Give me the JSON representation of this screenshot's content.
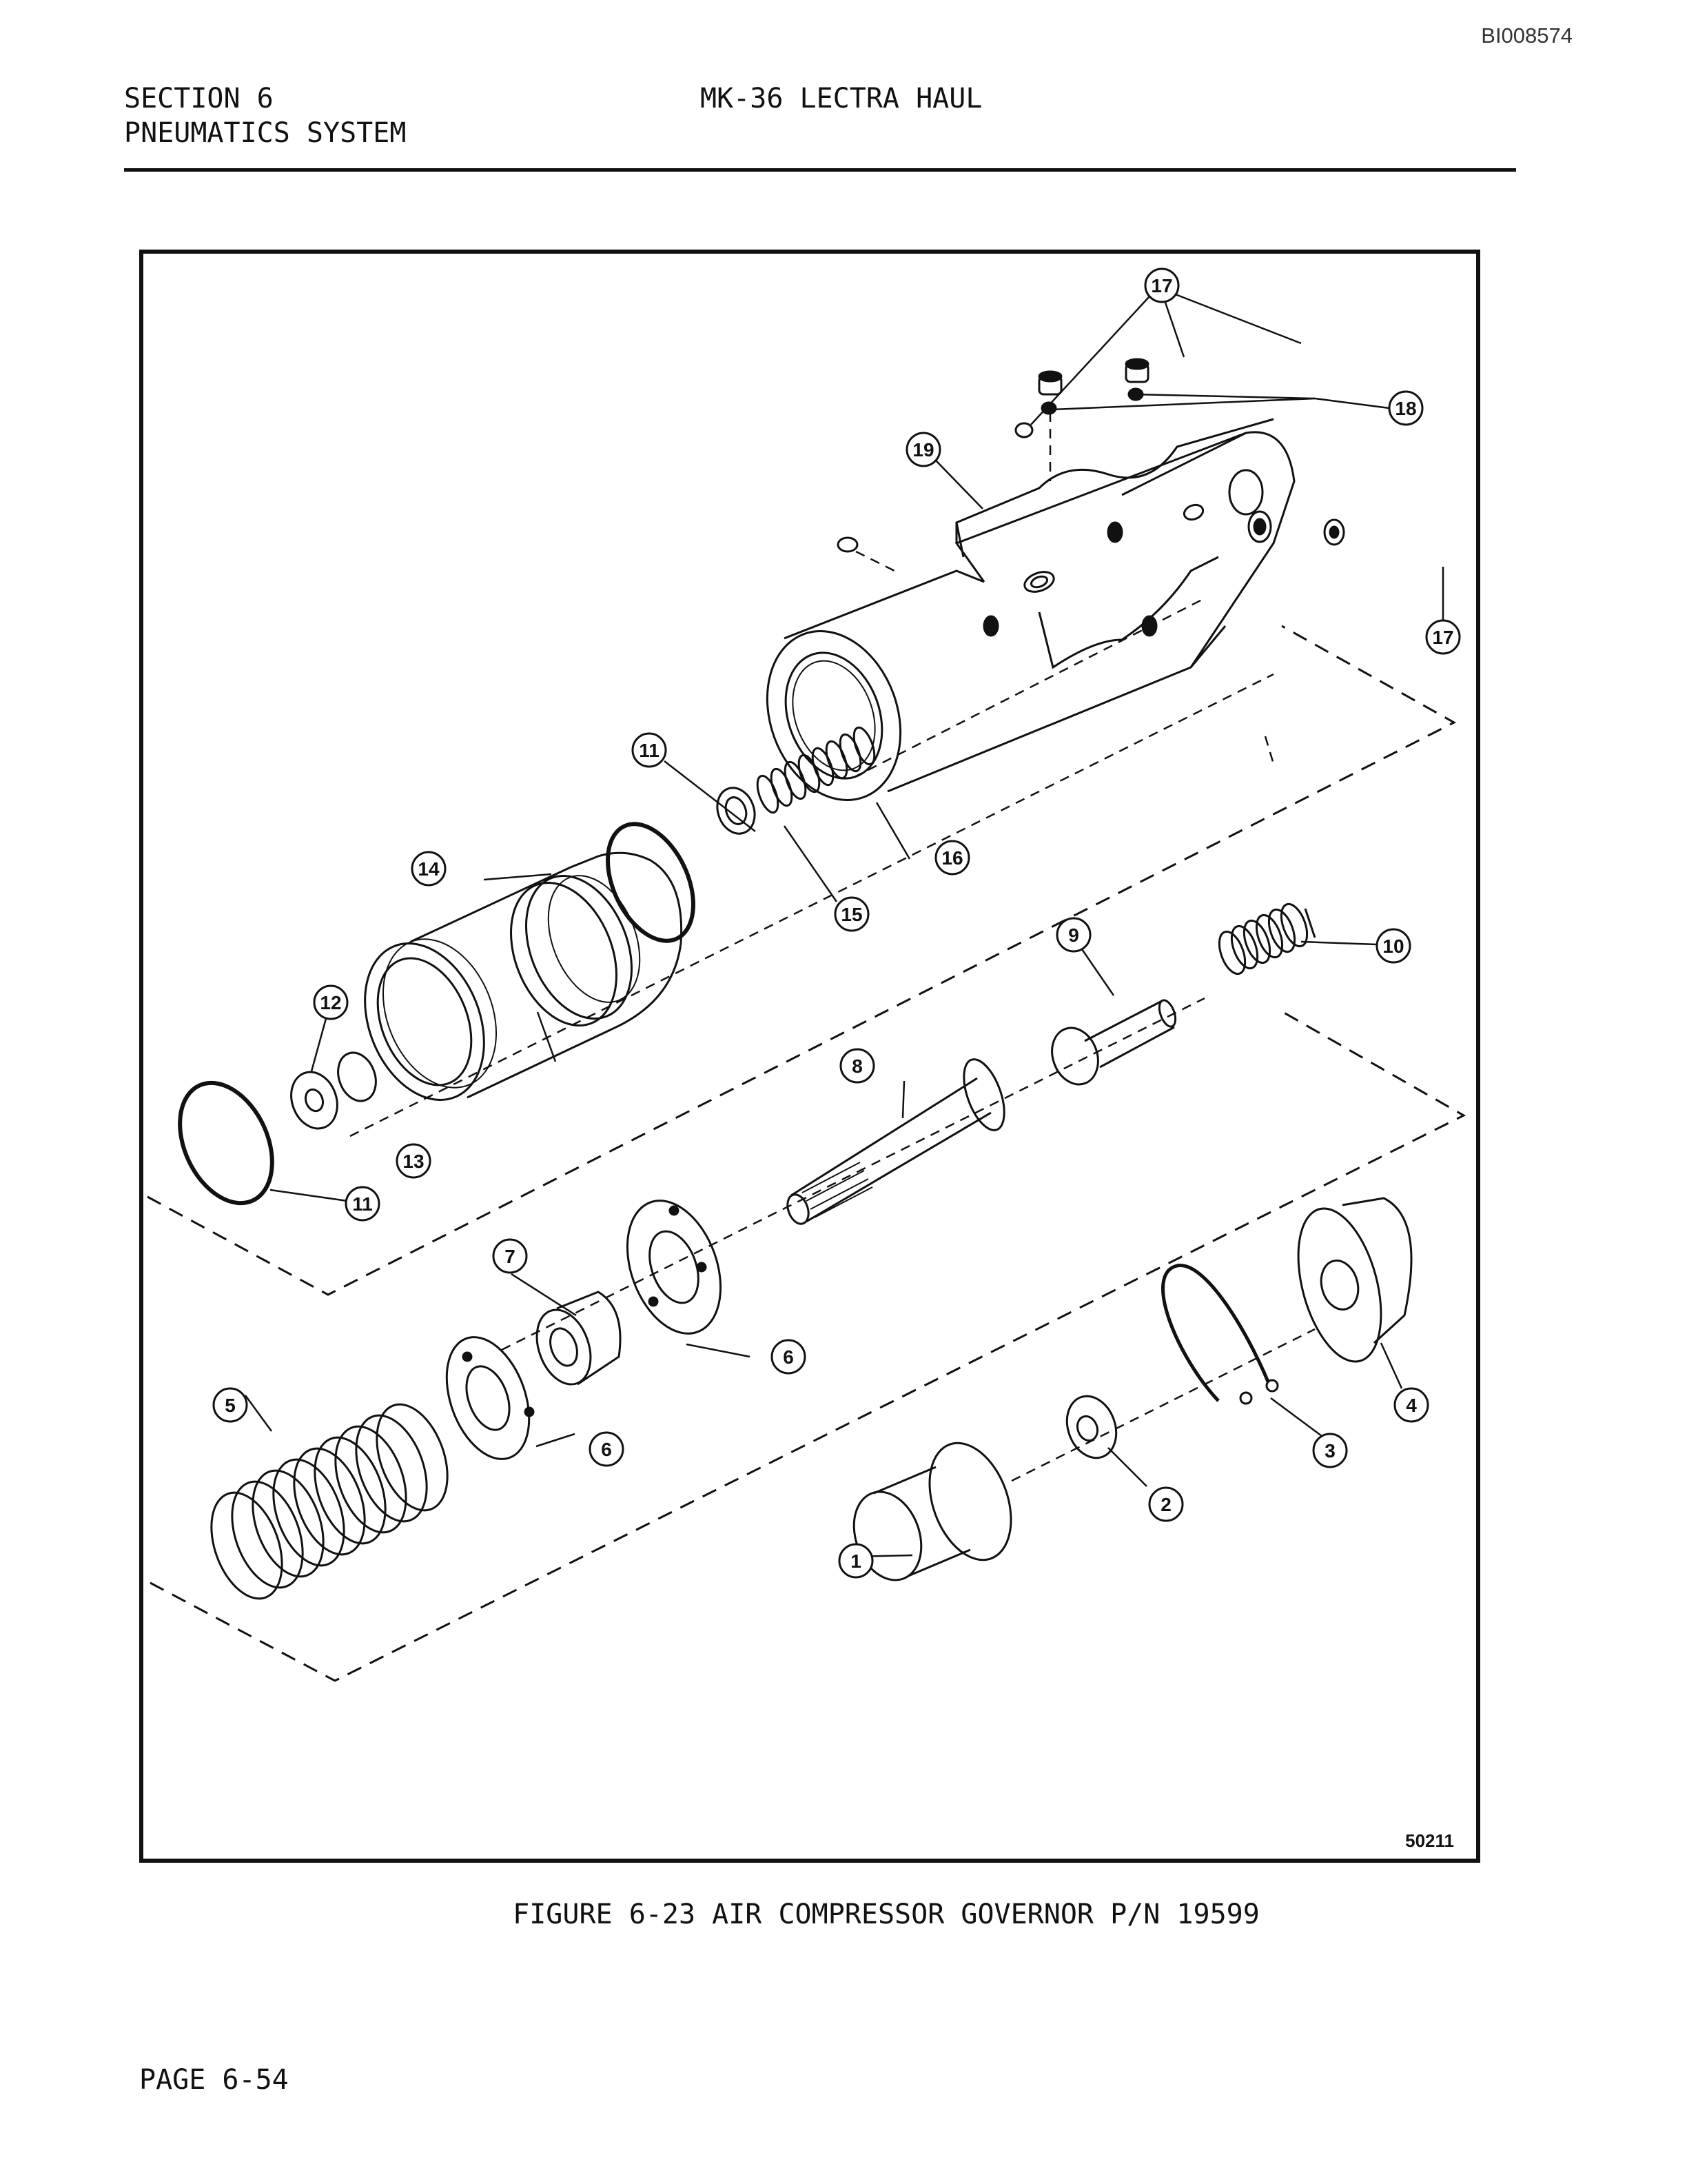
{
  "document_id": "BI008574",
  "header": {
    "section": "SECTION 6",
    "system": "PNEUMATICS SYSTEM",
    "title": "MK-36 LECTRA HAUL"
  },
  "figure": {
    "caption": "FIGURE 6-23 AIR COMPRESSOR GOVERNOR P/N 19599",
    "drawing_number": "50211",
    "callouts": [
      "17",
      "18",
      "19",
      "17",
      "11",
      "14",
      "15",
      "16",
      "12",
      "13",
      "11",
      "9",
      "10",
      "8",
      "7",
      "6",
      "6",
      "5",
      "4",
      "3",
      "2",
      "1"
    ]
  },
  "footer": {
    "page": "PAGE 6-54"
  },
  "colors": {
    "ink": "#111111",
    "paper": "#ffffff"
  }
}
